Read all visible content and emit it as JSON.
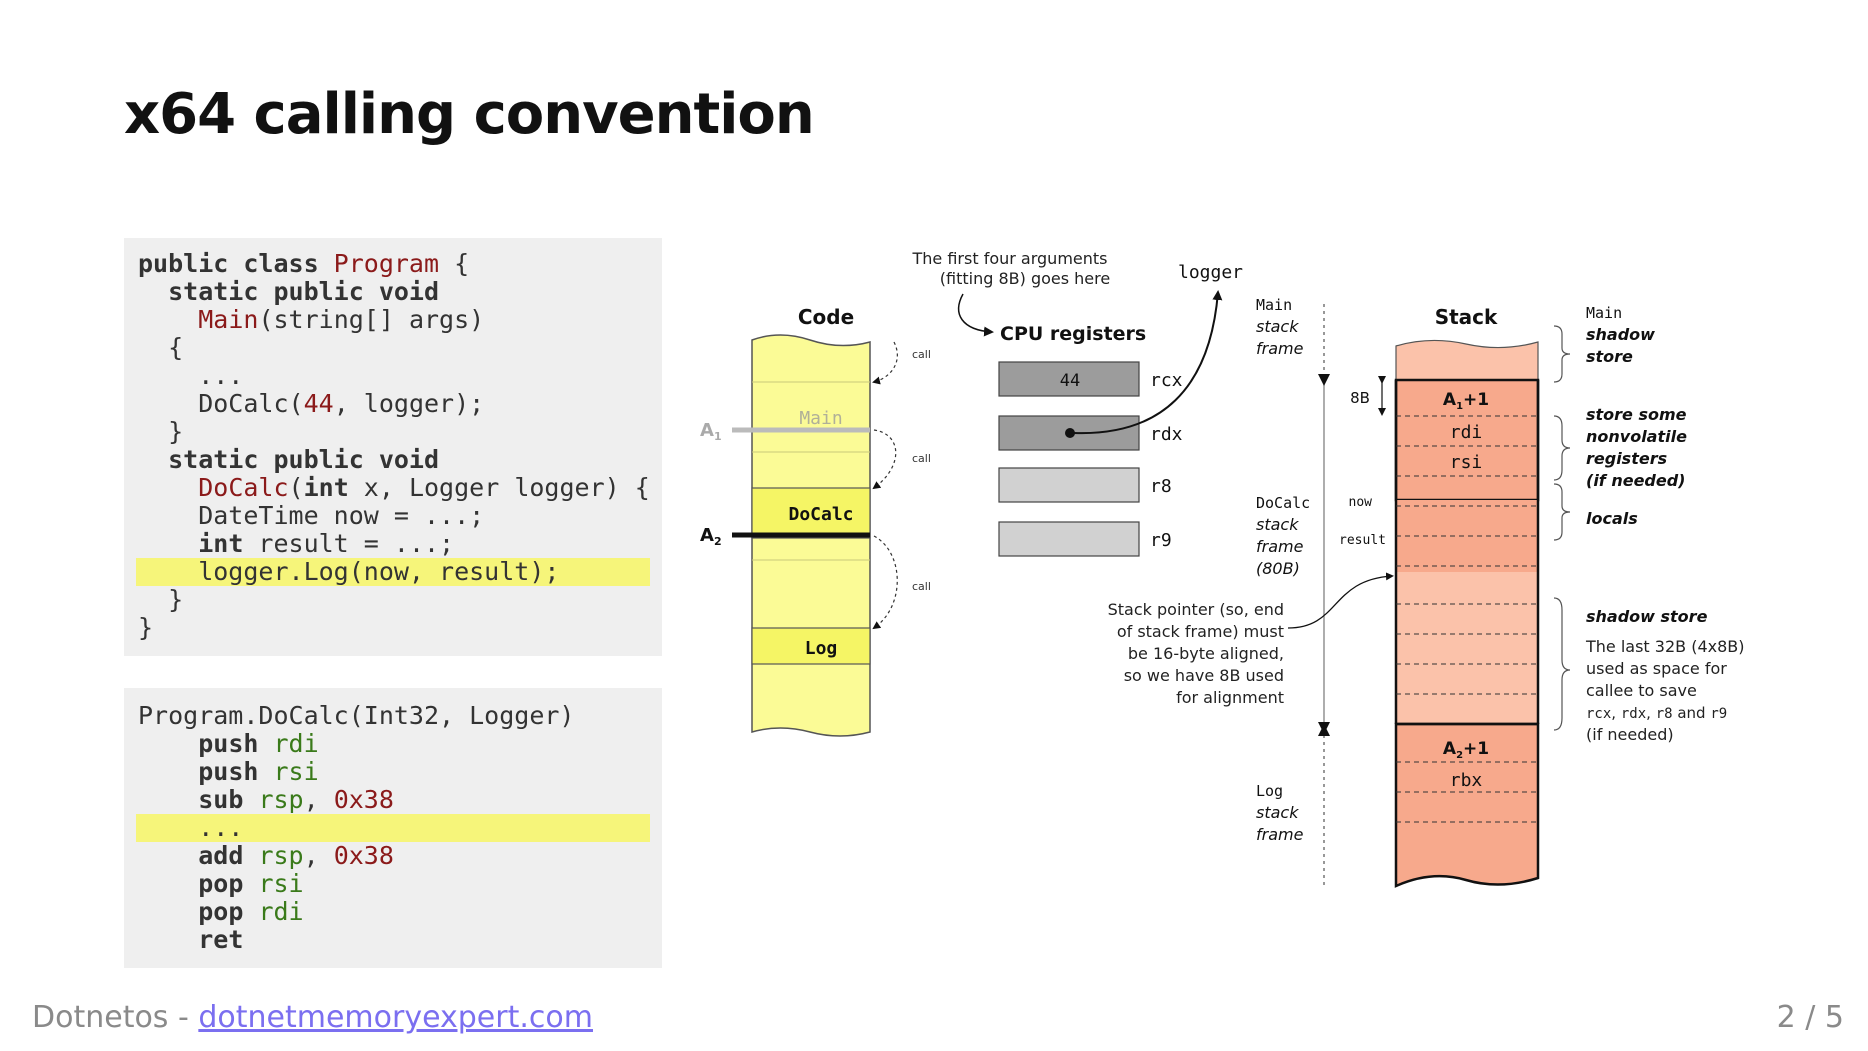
{
  "title": "x64 calling convention",
  "code_csharp": [
    [
      [
        "k",
        "public class "
      ],
      [
        "n",
        "Program"
      ],
      [
        "p",
        " {"
      ]
    ],
    [
      [
        "k",
        "  static public void"
      ]
    ],
    [
      [
        "p",
        "    "
      ],
      [
        "n",
        "Main"
      ],
      [
        "p",
        "(string[] args)"
      ]
    ],
    [
      [
        "p",
        "  {"
      ]
    ],
    [
      [
        "p",
        "    ..."
      ]
    ],
    [
      [
        "p",
        "    DoCalc("
      ],
      [
        "n",
        "44"
      ],
      [
        "p",
        ", logger);"
      ]
    ],
    [
      [
        "p",
        "  }"
      ]
    ],
    [
      [
        "k",
        "  static public void"
      ]
    ],
    [
      [
        "p",
        "    "
      ],
      [
        "n",
        "DoCalc"
      ],
      [
        "p",
        "("
      ],
      [
        "k",
        "int"
      ],
      [
        "p",
        " x, Logger logger) {"
      ]
    ],
    [
      [
        "p",
        "    DateTime now = ...;"
      ]
    ],
    [
      [
        "p",
        "    "
      ],
      [
        "k",
        "int"
      ],
      [
        "p",
        " result = ...;"
      ]
    ],
    [
      [
        "p",
        "    logger.Log(now, result);"
      ]
    ],
    [
      [
        "p",
        "  }"
      ]
    ],
    [
      [
        "p",
        "}"
      ]
    ]
  ],
  "code_csharp_highlight": [
    11
  ],
  "code_asm": [
    [
      [
        "p",
        "Program.DoCalc(Int32, Logger)"
      ]
    ],
    [
      [
        "p",
        "    "
      ],
      [
        "k",
        "push "
      ],
      [
        "r",
        "rdi"
      ]
    ],
    [
      [
        "p",
        "    "
      ],
      [
        "k",
        "push "
      ],
      [
        "r",
        "rsi"
      ]
    ],
    [
      [
        "p",
        "    "
      ],
      [
        "k",
        "sub "
      ],
      [
        "r",
        "rsp"
      ],
      [
        "p",
        ", "
      ],
      [
        "x",
        "0x38"
      ]
    ],
    [
      [
        "p",
        "    ..."
      ]
    ],
    [
      [
        "p",
        "    "
      ],
      [
        "k",
        "add "
      ],
      [
        "r",
        "rsp"
      ],
      [
        "p",
        ", "
      ],
      [
        "x",
        "0x38"
      ]
    ],
    [
      [
        "p",
        "    "
      ],
      [
        "k",
        "pop "
      ],
      [
        "r",
        "rsi"
      ]
    ],
    [
      [
        "p",
        "    "
      ],
      [
        "k",
        "pop "
      ],
      [
        "r",
        "rdi"
      ]
    ],
    [
      [
        "p",
        "    "
      ],
      [
        "k",
        "ret"
      ]
    ]
  ],
  "code_asm_highlight": [
    4
  ],
  "diagram": {
    "code_header": "Code",
    "code_frames": [
      "Main",
      "DoCalc",
      "Log"
    ],
    "call_label": "call",
    "markers": {
      "a1": "A",
      "a1_sub": "1",
      "a2": "A",
      "a2_sub": "2"
    },
    "registers_note": [
      "The first four arguments",
      "(fitting 8B) goes here"
    ],
    "registers_header": "CPU registers",
    "registers": [
      {
        "name": "rcx",
        "value": "44"
      },
      {
        "name": "rdx",
        "value": ""
      },
      {
        "name": "r8",
        "value": ""
      },
      {
        "name": "r9",
        "value": ""
      }
    ],
    "logger_label": "logger",
    "stack_header": "Stack",
    "stack_slots": {
      "a1": "A",
      "a1_suffix": "+1",
      "rdi": "rdi",
      "rsi": "rsi",
      "a2": "A",
      "a2_suffix": "+1",
      "rbx": "rbx"
    },
    "size_8b": "8B",
    "now_label": "now",
    "result_label": "result",
    "main_frame": [
      "Main",
      "stack",
      "frame"
    ],
    "docalc_frame": [
      "DoCalc",
      "stack",
      "frame",
      "(80B)"
    ],
    "log_frame": [
      "Log",
      "stack",
      "frame"
    ],
    "alignment_note": [
      "Stack pointer (so, end",
      "of stack frame) must",
      "be 16-byte aligned,",
      "so we have 8B used",
      "for alignment"
    ],
    "right_main_shadow": [
      "Main",
      "shadow",
      "store"
    ],
    "right_nonvolatile": [
      "store some",
      "nonvolatile",
      "registers",
      "(if needed)"
    ],
    "right_locals": "locals",
    "right_shadow_title": "shadow store",
    "right_shadow_desc": [
      "The last 32B (4x8B)",
      "used as space for",
      "callee to save"
    ],
    "right_shadow_regs": [
      "rcx",
      ", ",
      "rdx",
      ", ",
      "r8",
      " and ",
      "r9"
    ],
    "right_shadow_end": "(if needed)",
    "colors": {
      "yellow": "#fbfb96",
      "yellow_dark": "#f5f565",
      "salmon": "#f7a98c",
      "salmon_light": "#fbc2aa",
      "reg_dark": "#9c9c9c",
      "reg_light": "#d1d1d1"
    }
  },
  "footer": {
    "prefix": "Dotnetos - ",
    "link": "dotnetmemoryexpert.com"
  },
  "page": "2 / 5"
}
